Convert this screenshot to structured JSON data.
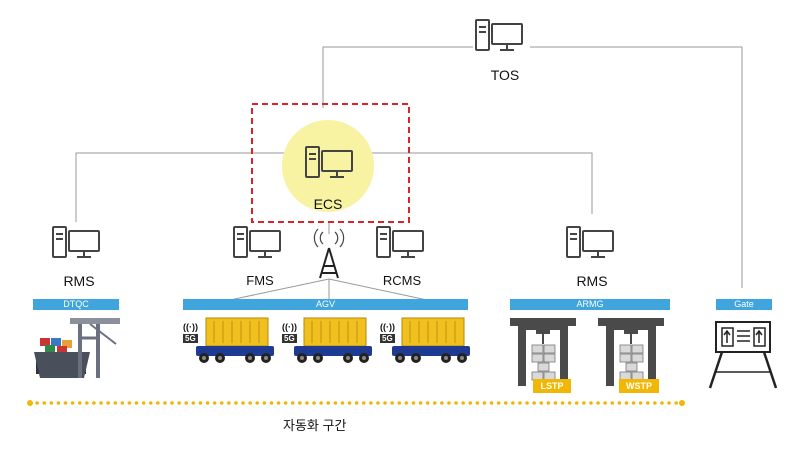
{
  "nodes": {
    "tos": "TOS",
    "ecs": "ECS",
    "rms_left": "RMS",
    "fms": "FMS",
    "rcms": "RCMS",
    "rms_right": "RMS"
  },
  "bars": {
    "dtqc": "DTQC",
    "agv": "AGV",
    "armg": "ARMG",
    "gate": "Gate"
  },
  "tags": {
    "lstp": "LSTP",
    "wstp": "WSTP",
    "fiveg": "5G",
    "signal": "((·))"
  },
  "zone_label": "자동화 구간",
  "colors": {
    "accent_blue": "#3fa5dc",
    "highlight_yellow": "#f7f3a3",
    "dash_red": "#d6262c",
    "tag_gold": "#f2b705",
    "vehicle_body": "#f0c020",
    "vehicle_base": "#1f3a93",
    "icon_gray": "#444444",
    "line_gray": "#9a9a9a"
  }
}
